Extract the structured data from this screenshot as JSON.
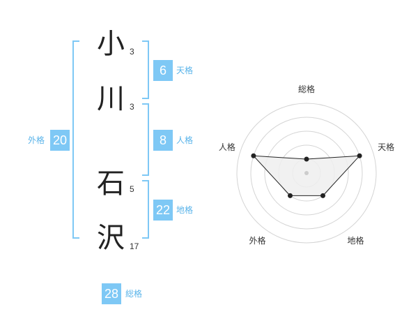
{
  "name": {
    "chars": [
      {
        "char": "小",
        "strokes": "3"
      },
      {
        "char": "川",
        "strokes": "3"
      },
      {
        "char": "石",
        "strokes": "5"
      },
      {
        "char": "沢",
        "strokes": "17"
      }
    ]
  },
  "kaku": {
    "tenkaku": {
      "value": "6",
      "label": "天格"
    },
    "jinkaku": {
      "value": "8",
      "label": "人格"
    },
    "chikaku": {
      "value": "22",
      "label": "地格"
    },
    "gaikaku": {
      "value": "20",
      "label": "外格"
    },
    "soukaku": {
      "value": "28",
      "label": "総格"
    }
  },
  "chart_data": {
    "type": "radar",
    "axes": [
      "総格",
      "天格",
      "地格",
      "外格",
      "人格"
    ],
    "values": [
      1,
      4,
      2,
      2,
      4
    ],
    "rmax": 5,
    "rings": 5
  }
}
